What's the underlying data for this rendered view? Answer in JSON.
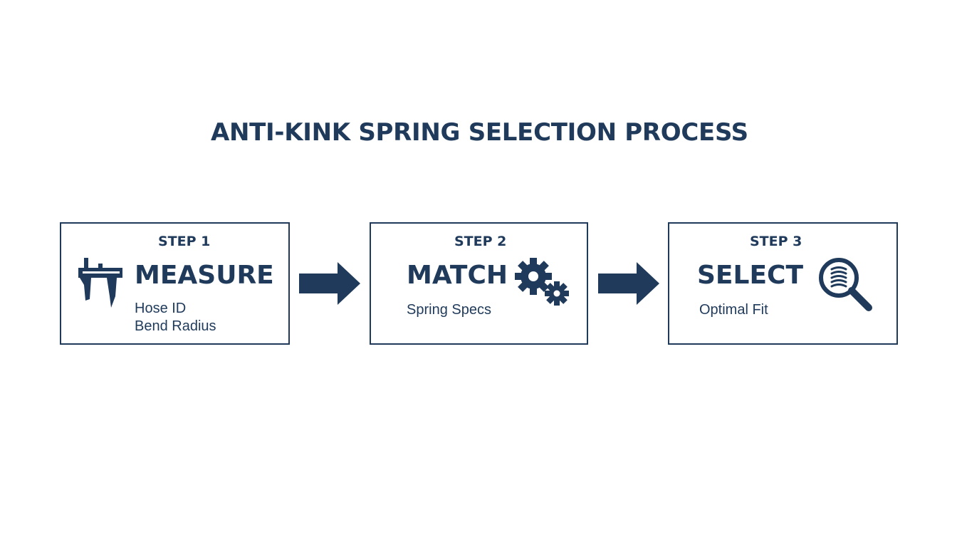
{
  "title": "ANTI-KINK SPRING SELECTION PROCESS",
  "steps": [
    {
      "label": "STEP 1",
      "heading": "MEASURE",
      "details": [
        "Hose ID",
        "Bend Radius"
      ],
      "icon": "caliper-icon"
    },
    {
      "label": "STEP 2",
      "heading": "MATCH",
      "details": [
        "Spring Specs"
      ],
      "icon": "gears-icon"
    },
    {
      "label": "STEP 3",
      "heading": "SELECT",
      "details": [
        "Optimal Fit"
      ],
      "icon": "magnifier-spring-icon"
    }
  ],
  "connectors": [
    "right-arrow-icon",
    "right-arrow-icon"
  ],
  "colors": {
    "primary": "#1f3a5a",
    "background": "#ffffff"
  }
}
